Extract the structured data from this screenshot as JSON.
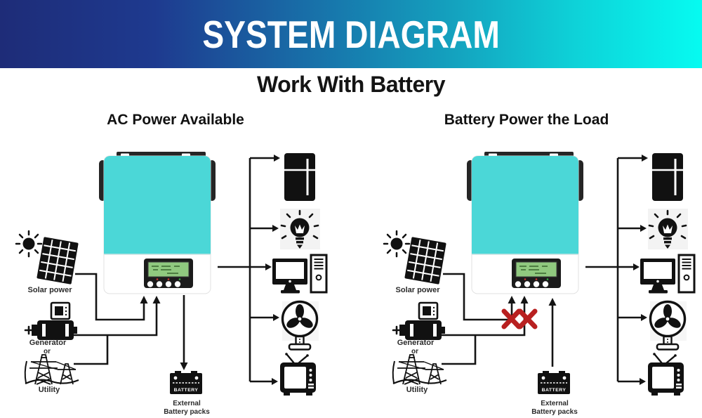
{
  "banner": {
    "title": "SYSTEM DIAGRAM",
    "gradient_left": "#1e2c78",
    "gradient_mid": "#1779ad",
    "gradient_right": "#06fbf1"
  },
  "subtitle": "Work With Battery",
  "sections": {
    "left_heading": "AC Power Available",
    "right_heading": "Battery Power the Load"
  },
  "diagram_labels": {
    "solar": "Solar power",
    "generator": "Generator",
    "or": "or",
    "utility": "Utility",
    "battery": "BATTERY",
    "external_line1": "External",
    "external_line2": "Battery packs"
  },
  "colors": {
    "inverter_teal": "#4bd7d7",
    "lcd_green": "#90c97f",
    "blocked_cross_red": "#b82020",
    "wire_black": "#141414"
  }
}
